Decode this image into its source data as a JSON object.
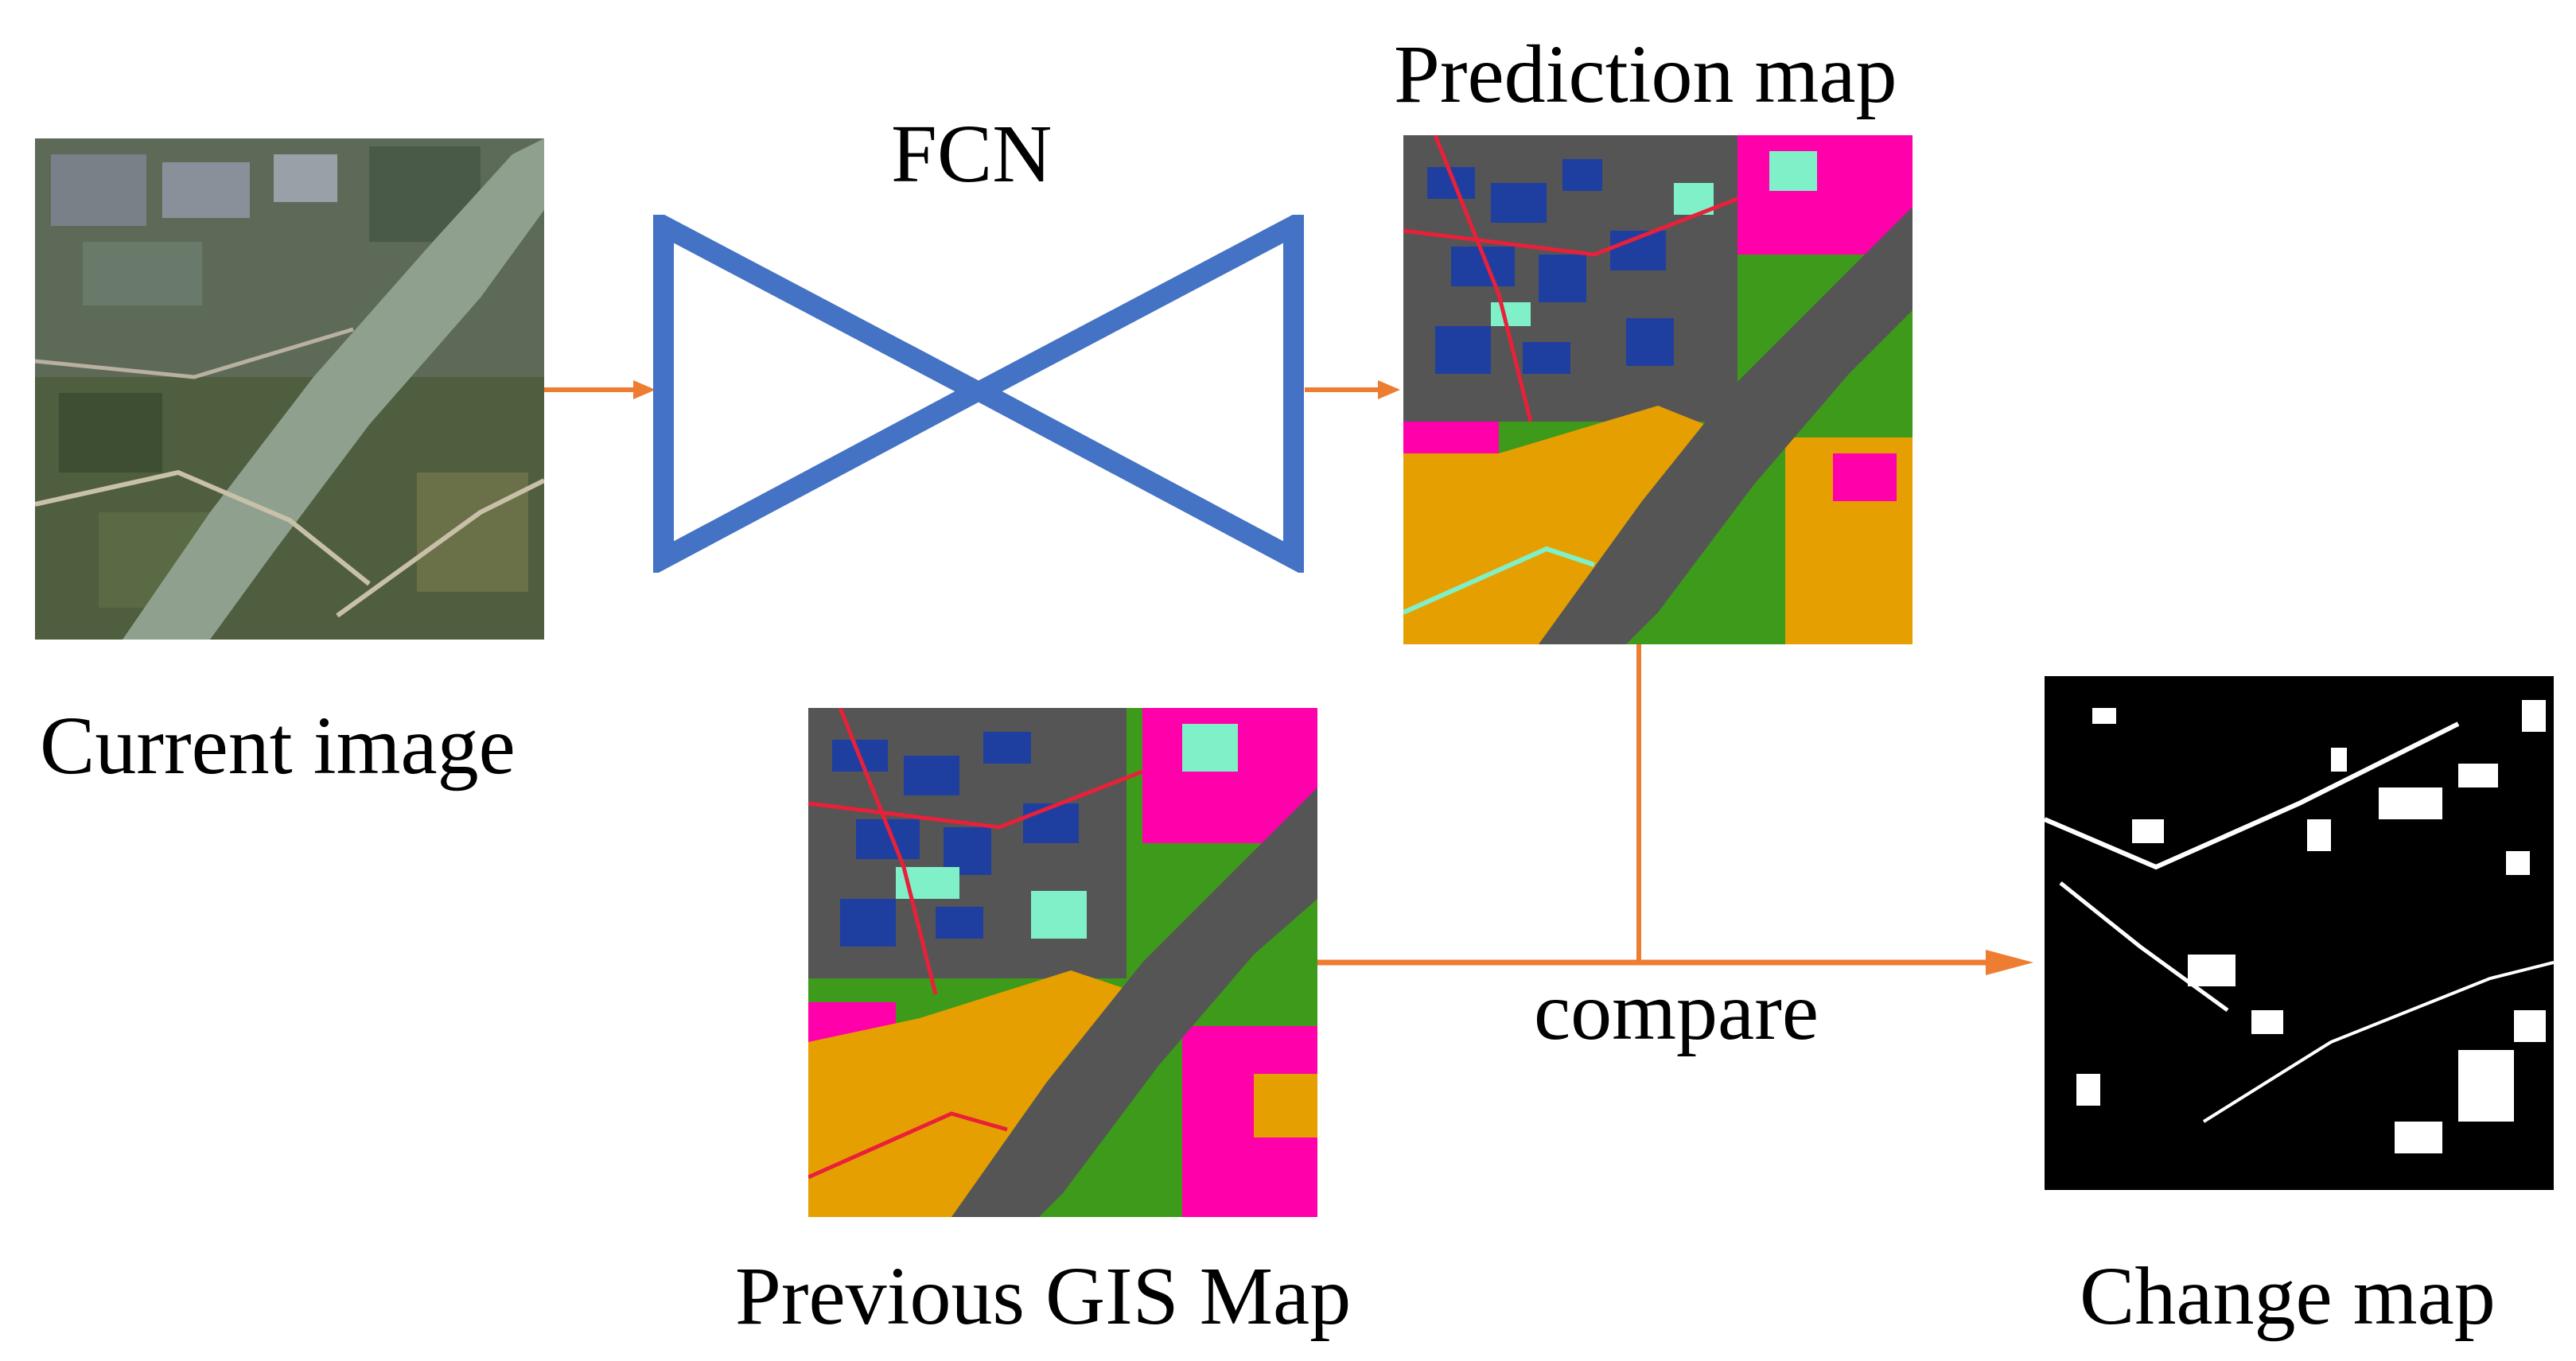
{
  "labels": {
    "current_image": "Current image",
    "fcn": "FCN",
    "prediction_map": "Prediction map",
    "previous_gis_map": "Previous GIS Map",
    "compare": "compare",
    "change_map": "Change map"
  },
  "colors": {
    "arrow": "#ED7D31",
    "fcn_outline": "#4472C4",
    "river_gray": "#555555",
    "farmland_orange": "#E69F00",
    "urban_magenta": "#FF00AA",
    "vegetation_green": "#3E9A1A",
    "building_blue": "#1F3FA0",
    "grass_cyan": "#80F0C8",
    "road_red": "#E8203A",
    "satellite_river": "#8FA08E",
    "satellite_land": "#4E5E3E",
    "change_black": "#000000",
    "change_white": "#FFFFFF"
  },
  "icons": {
    "current_image": "satellite-photo",
    "prediction_map": "classification-map",
    "previous_gis_map": "classification-map",
    "change_map": "binary-change-mask",
    "fcn": "encoder-decoder-hourglass"
  }
}
